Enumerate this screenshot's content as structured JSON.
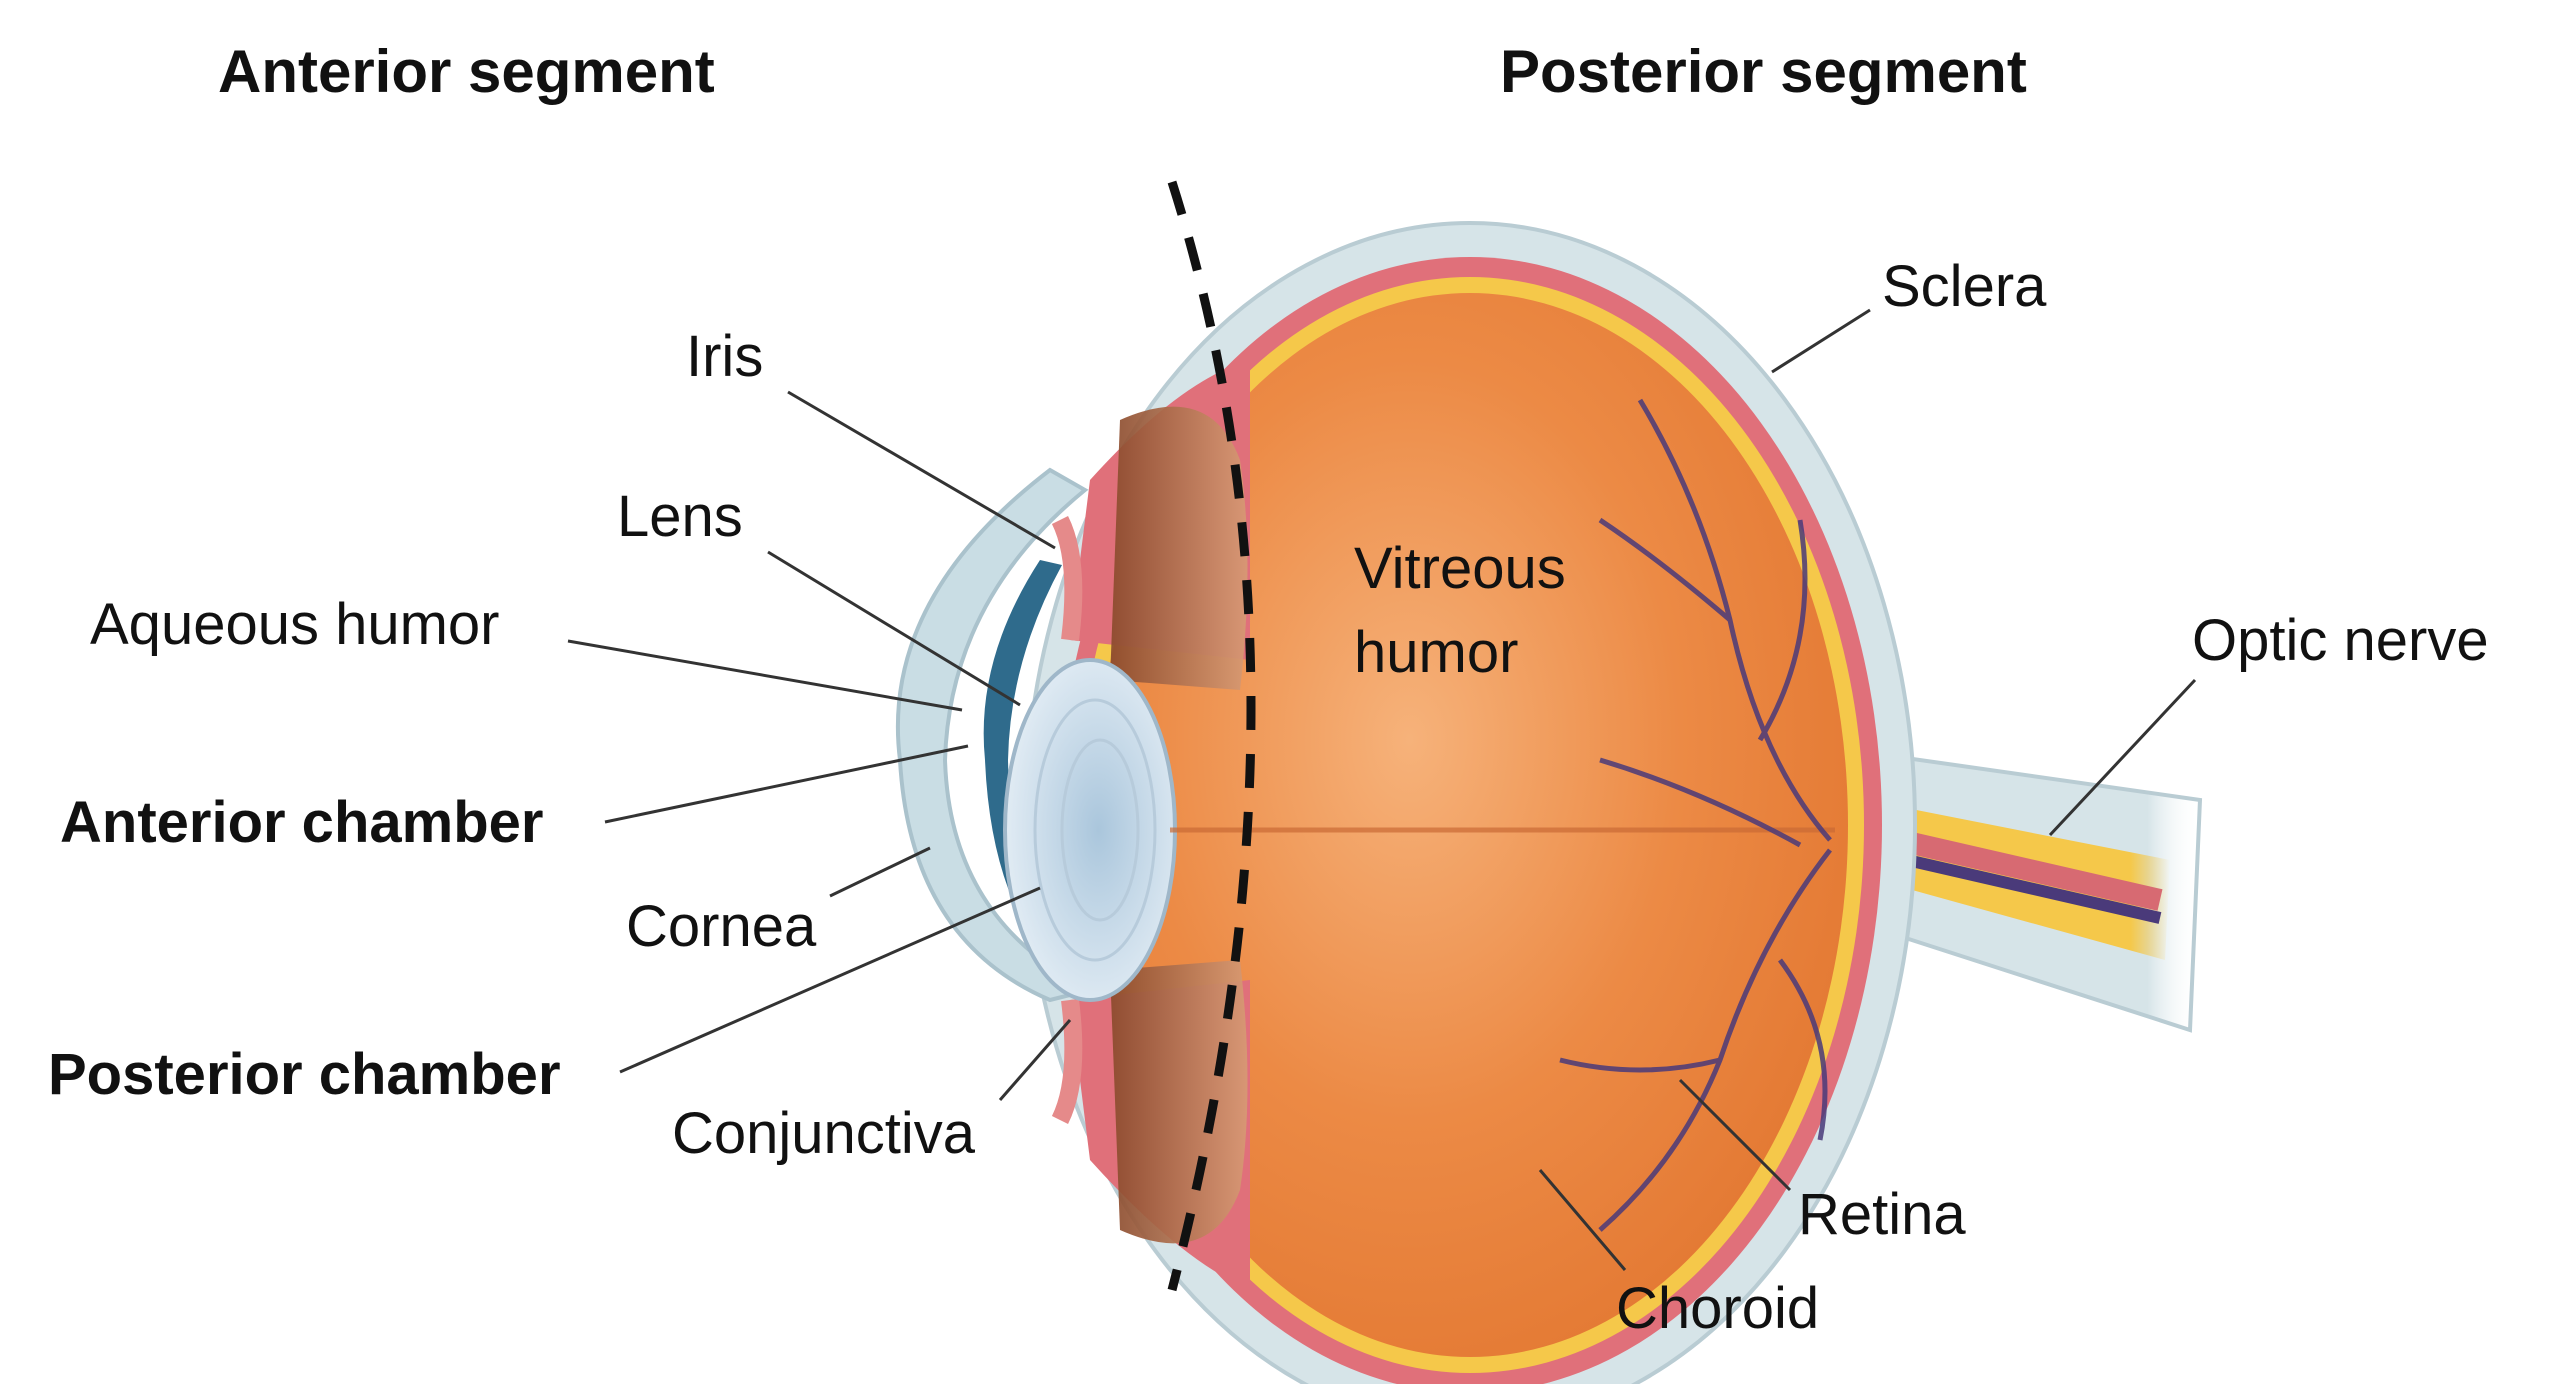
{
  "headings": {
    "anterior_segment": "Anterior segment",
    "posterior_segment": "Posterior segment"
  },
  "labels": {
    "iris": "Iris",
    "lens": "Lens",
    "aqueous_humor": "Aqueous humor",
    "anterior_chamber": "Anterior chamber",
    "cornea": "Cornea",
    "posterior_chamber": "Posterior chamber",
    "conjunctiva": "Conjunctiva",
    "vitreous_line1": "Vitreous",
    "vitreous_line2": "humor",
    "sclera": "Sclera",
    "optic_nerve": "Optic nerve",
    "retina": "Retina",
    "choroid": "Choroid"
  },
  "colors": {
    "sclera": "#d6e4e8",
    "choroid": "#e0707a",
    "retina": "#f5c84a",
    "vitreous": "#e8843e",
    "cornea_dark": "#2f6b8c",
    "lens": "#cfe0ee",
    "ciliary": "#9b5a3a",
    "vessels": "#4a3a7a",
    "leader_lines": "#333333"
  }
}
